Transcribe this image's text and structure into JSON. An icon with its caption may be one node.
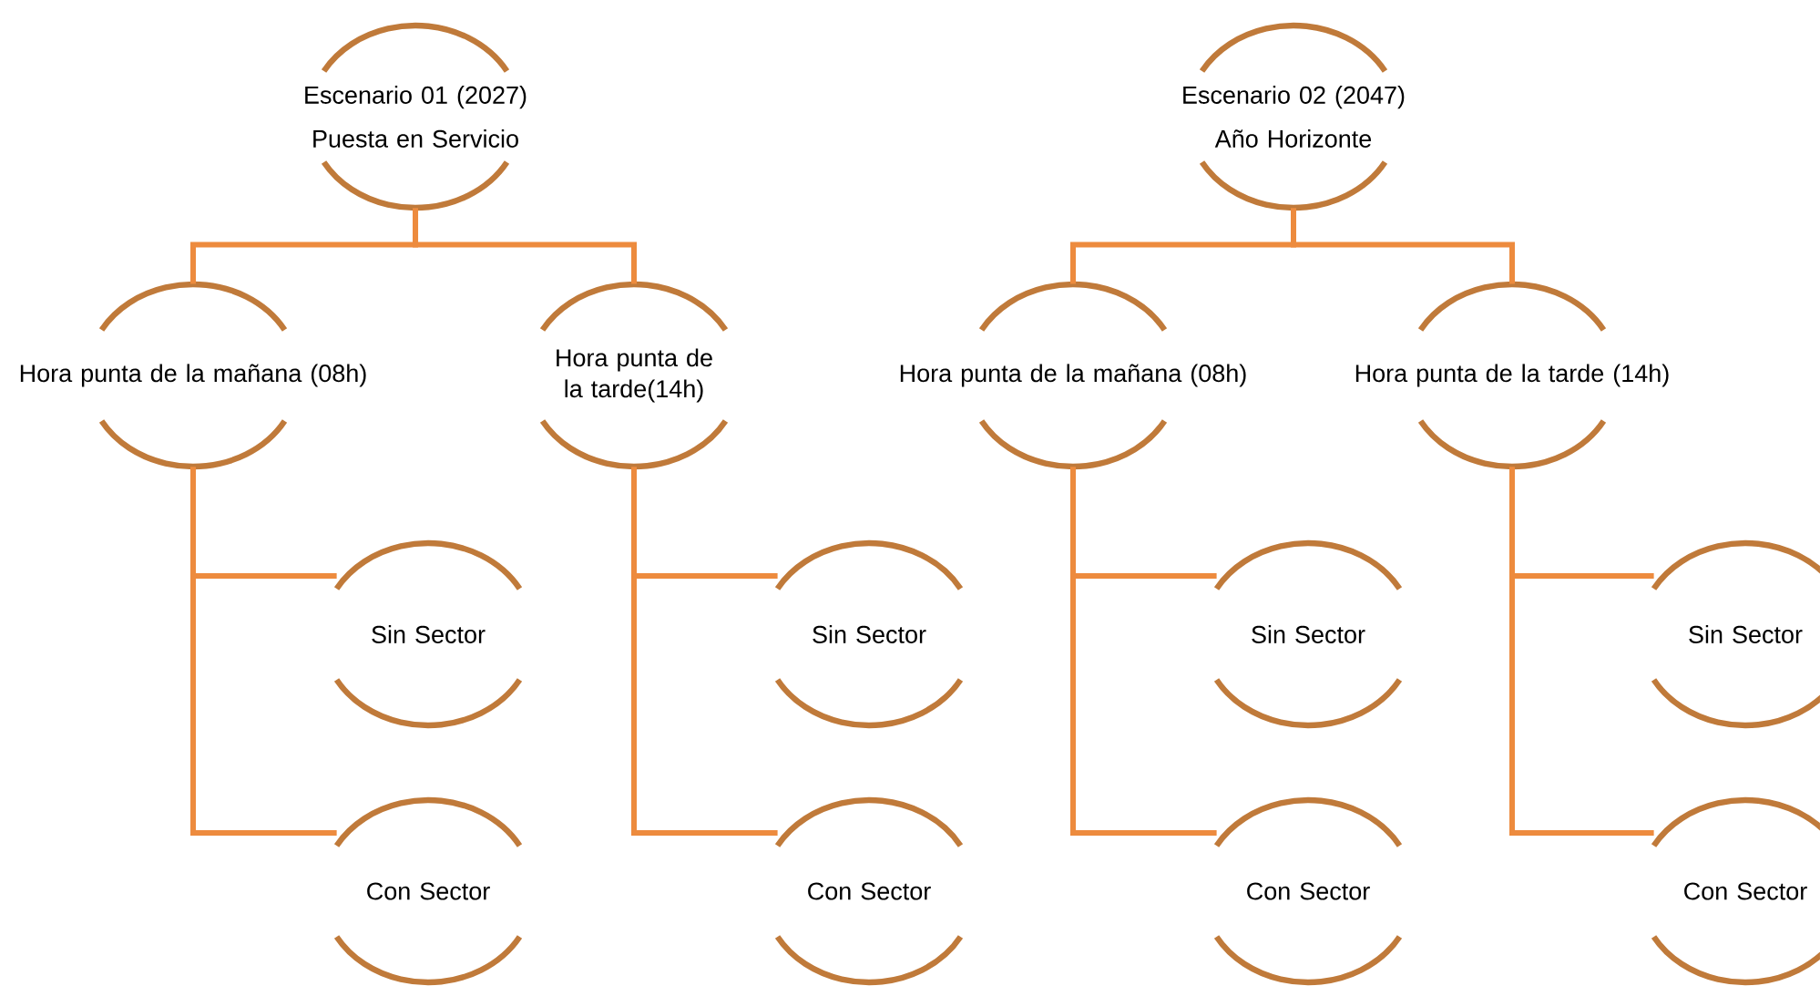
{
  "diagram": {
    "nodes": [
      {
        "text": [
          "Escenario 01 (2027)",
          "Puesta en Servicio"
        ]
      },
      {
        "text": [
          "Hora punta de la mañana (08h)"
        ]
      },
      {
        "text": [
          "Hora punta de la tarde(14h)"
        ]
      },
      {
        "text": [
          "Sin Sector"
        ]
      },
      {
        "text": [
          "Con Sector"
        ]
      },
      {
        "text": [
          "Sin Sector"
        ]
      },
      {
        "text": [
          "Con Sector"
        ]
      },
      {
        "text": [
          "Escenario 02 (2047)",
          "Año Horizonte"
        ]
      },
      {
        "text": [
          "Hora punta de la mañana (08h)"
        ]
      },
      {
        "text": [
          "Hora punta de la tarde (14h)"
        ]
      },
      {
        "text": [
          "Sin Sector"
        ]
      },
      {
        "text": [
          "Con Sector"
        ]
      },
      {
        "text": [
          "Sin Sector"
        ]
      },
      {
        "text": [
          "Con Sector"
        ]
      }
    ],
    "edges": [
      {
        "from": 0,
        "to": 1,
        "arrow": "none"
      },
      {
        "from": 0,
        "to": 2,
        "arrow": "none"
      },
      {
        "from": 1,
        "to": 3,
        "arrow": "none"
      },
      {
        "from": 1,
        "to": 4,
        "arrow": "none"
      },
      {
        "from": 2,
        "to": 5,
        "arrow": "none"
      },
      {
        "from": 2,
        "to": 6,
        "arrow": "none"
      },
      {
        "from": 7,
        "to": 8,
        "arrow": "none"
      },
      {
        "from": 7,
        "to": 9,
        "arrow": "none"
      },
      {
        "from": 8,
        "to": 10,
        "arrow": "none"
      },
      {
        "from": 8,
        "to": 11,
        "arrow": "none"
      },
      {
        "from": 9,
        "to": 12,
        "arrow": "none"
      },
      {
        "from": 9,
        "to": 13,
        "arrow": "none"
      }
    ]
  }
}
